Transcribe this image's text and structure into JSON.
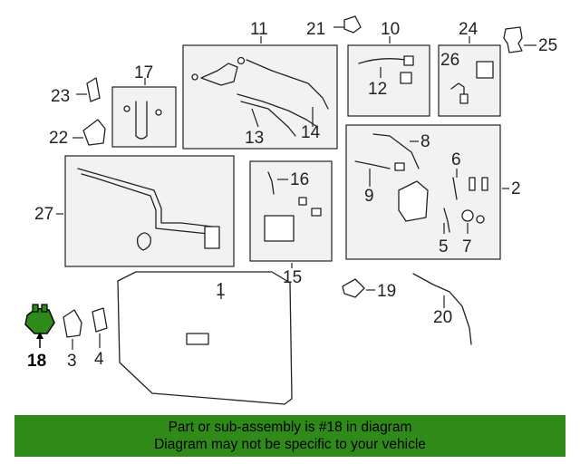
{
  "diagram": {
    "callouts": [
      "1",
      "2",
      "3",
      "4",
      "5",
      "6",
      "7",
      "8",
      "9",
      "10",
      "11",
      "12",
      "13",
      "14",
      "15",
      "16",
      "17",
      "18",
      "19",
      "20",
      "21",
      "22",
      "23",
      "24",
      "25",
      "26",
      "27"
    ],
    "highlighted_part": "18",
    "highlight_color": "#2f8a1a"
  },
  "banner": {
    "line1": "Part or sub-assembly is #18 in diagram",
    "line2": "Diagram may not be specific to your vehicle",
    "background": "#2f8a1a"
  }
}
